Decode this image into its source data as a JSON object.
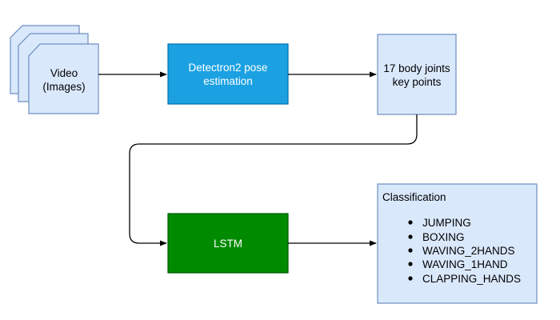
{
  "nodes": {
    "video": {
      "line1": "Video",
      "line2": "(Images)"
    },
    "pose": {
      "line1": "Detectron2 pose",
      "line2": "estimation"
    },
    "keypoints": {
      "line1": "17 body joints",
      "line2": "key points"
    },
    "lstm": {
      "label": "LSTM"
    },
    "classification": {
      "title": "Classification",
      "items": [
        "JUMPING",
        "BOXING",
        "WAVING_2HANDS",
        "WAVING_1HAND",
        "CLAPPING_HANDS"
      ]
    }
  },
  "colors": {
    "light_fill": "#dae8fc",
    "light_stroke": "#6c8ebf",
    "pose_fill": "#1ba1e2",
    "pose_stroke": "#006eaf",
    "lstm_fill": "#008a00",
    "lstm_stroke": "#005700",
    "edge": "#000000"
  }
}
